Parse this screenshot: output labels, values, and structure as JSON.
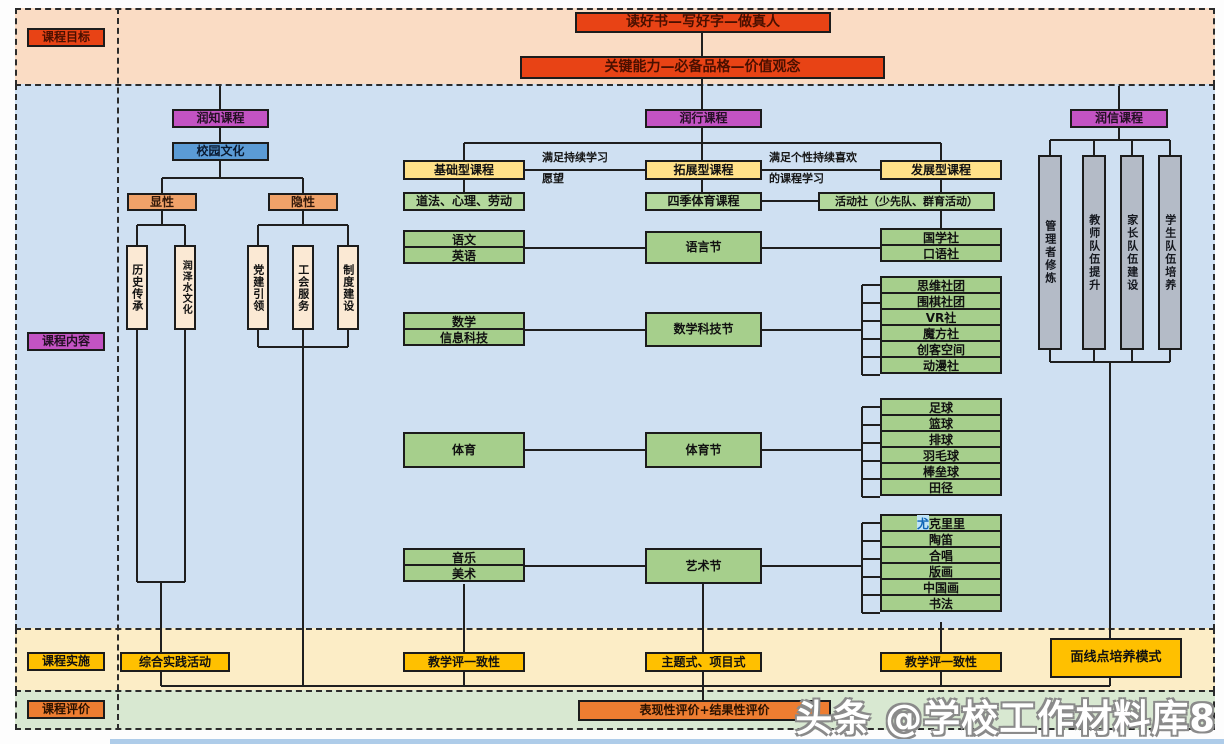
{
  "banner": {
    "line1": "读好书—写好字—做真人",
    "line2": "关键能力—必备品格—价值观念"
  },
  "side_labels": {
    "goal": "课程目标",
    "content": "课程内容",
    "implementation": "课程实施",
    "evaluation": "课程评价"
  },
  "tracks": {
    "knowledge": "润知课程",
    "practice": "润行课程",
    "belief": "润信课程"
  },
  "campus_culture": "校园文化",
  "culture": {
    "explicit_label": "显性",
    "implicit_label": "隐性",
    "explicit_items": [
      "历史传承",
      "润泽水文化"
    ],
    "implicit_items": [
      "党建引领",
      "工会服务",
      "制度建设"
    ]
  },
  "course_types": {
    "basic": "基础型课程",
    "extension": "拓展型课程",
    "development": "发展型课程"
  },
  "annotations": {
    "basic_note_line1": "满足持续学习",
    "basic_note_line2": "愿望",
    "development_note_line1": "满足个性持续喜欢",
    "development_note_line2": "的课程学习"
  },
  "foundation_row": {
    "subjects": "道法、心理、劳动",
    "sport": "四季体育课程",
    "clubs": "活动社（少先队、群育活动）"
  },
  "rows": [
    {
      "subjects": [
        "语文",
        "英语"
      ],
      "festival": "语言节",
      "clubs": [
        "国学社",
        "口语社"
      ]
    },
    {
      "subjects": [
        "数学",
        "信息科技"
      ],
      "festival": "数学科技节",
      "clubs": [
        "思维社团",
        "围棋社团",
        "VR社",
        "魔方社",
        "创客空间",
        "动漫社"
      ]
    },
    {
      "subjects": [
        "体育"
      ],
      "festival": "体育节",
      "clubs": [
        "足球",
        "篮球",
        "排球",
        "羽毛球",
        "棒垒球",
        "田径"
      ]
    },
    {
      "subjects": [
        "音乐",
        "美术"
      ],
      "festival": "艺术节",
      "clubs": [
        "尤克里里",
        "陶笛",
        "合唱",
        "版画",
        "中国画",
        "书法"
      ]
    }
  ],
  "arts_highlight": {
    "char": "尤",
    "rest": "克里里"
  },
  "teams": [
    "管理者修炼",
    "教师队伍提升",
    "家长队伍建设",
    "学生队伍培养"
  ],
  "implementation": {
    "practice": "综合实践活动",
    "alignment_left": "教学评一致性",
    "theme": "主题式、项目式",
    "alignment_right": "教学评一致性",
    "model": "面线点培养模式"
  },
  "evaluation": {
    "label": "表现性评价+结果性评价"
  },
  "watermark": "头条 @学校工作材料库8",
  "colors": {
    "band_goal": "#fadcc4",
    "band_content": "#cfe0f2",
    "band_implementation": "#fcedc6",
    "band_evaluation": "#d8e8d1",
    "banner_red": "#e84315",
    "track_purple": "#c353c3",
    "campus_blue": "#5b9bd5",
    "culture_orange": "#f0a269",
    "course_yellow": "#ffe189",
    "subject_green": "#a6cf8c",
    "team_gray": "#b4bbc7",
    "implementation_gold": "#ffc000",
    "evaluation_orange": "#ed7d31"
  }
}
